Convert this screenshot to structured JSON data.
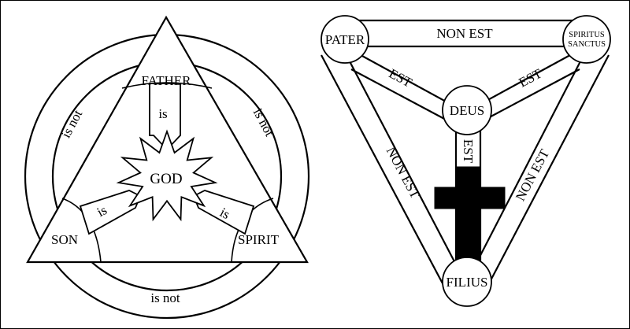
{
  "left": {
    "nodes": {
      "father": "FATHER",
      "son": "SON",
      "spirit": "SPIRIT",
      "god": "GOD"
    },
    "is_labels": {
      "father_god": "is",
      "son_god": "is",
      "spirit_god": "is"
    },
    "is_not_labels": {
      "father_son": "is not",
      "father_spirit": "is not",
      "son_spirit": "is not"
    }
  },
  "right": {
    "nodes": {
      "pater": "PATER",
      "spiritus_line1": "SPIRITUS",
      "spiritus_line2": "SANCTUS",
      "deus": "DEUS",
      "filius": "FILIUS"
    },
    "est_labels": {
      "pater_deus": "EST",
      "spiritus_deus": "EST",
      "deus_filius": "EST"
    },
    "non_est_labels": {
      "pater_spiritus": "NON EST",
      "pater_filius": "NON EST",
      "spiritus_filius": "NON EST"
    }
  },
  "colors": {
    "line": "#000000",
    "background": "#ffffff"
  }
}
